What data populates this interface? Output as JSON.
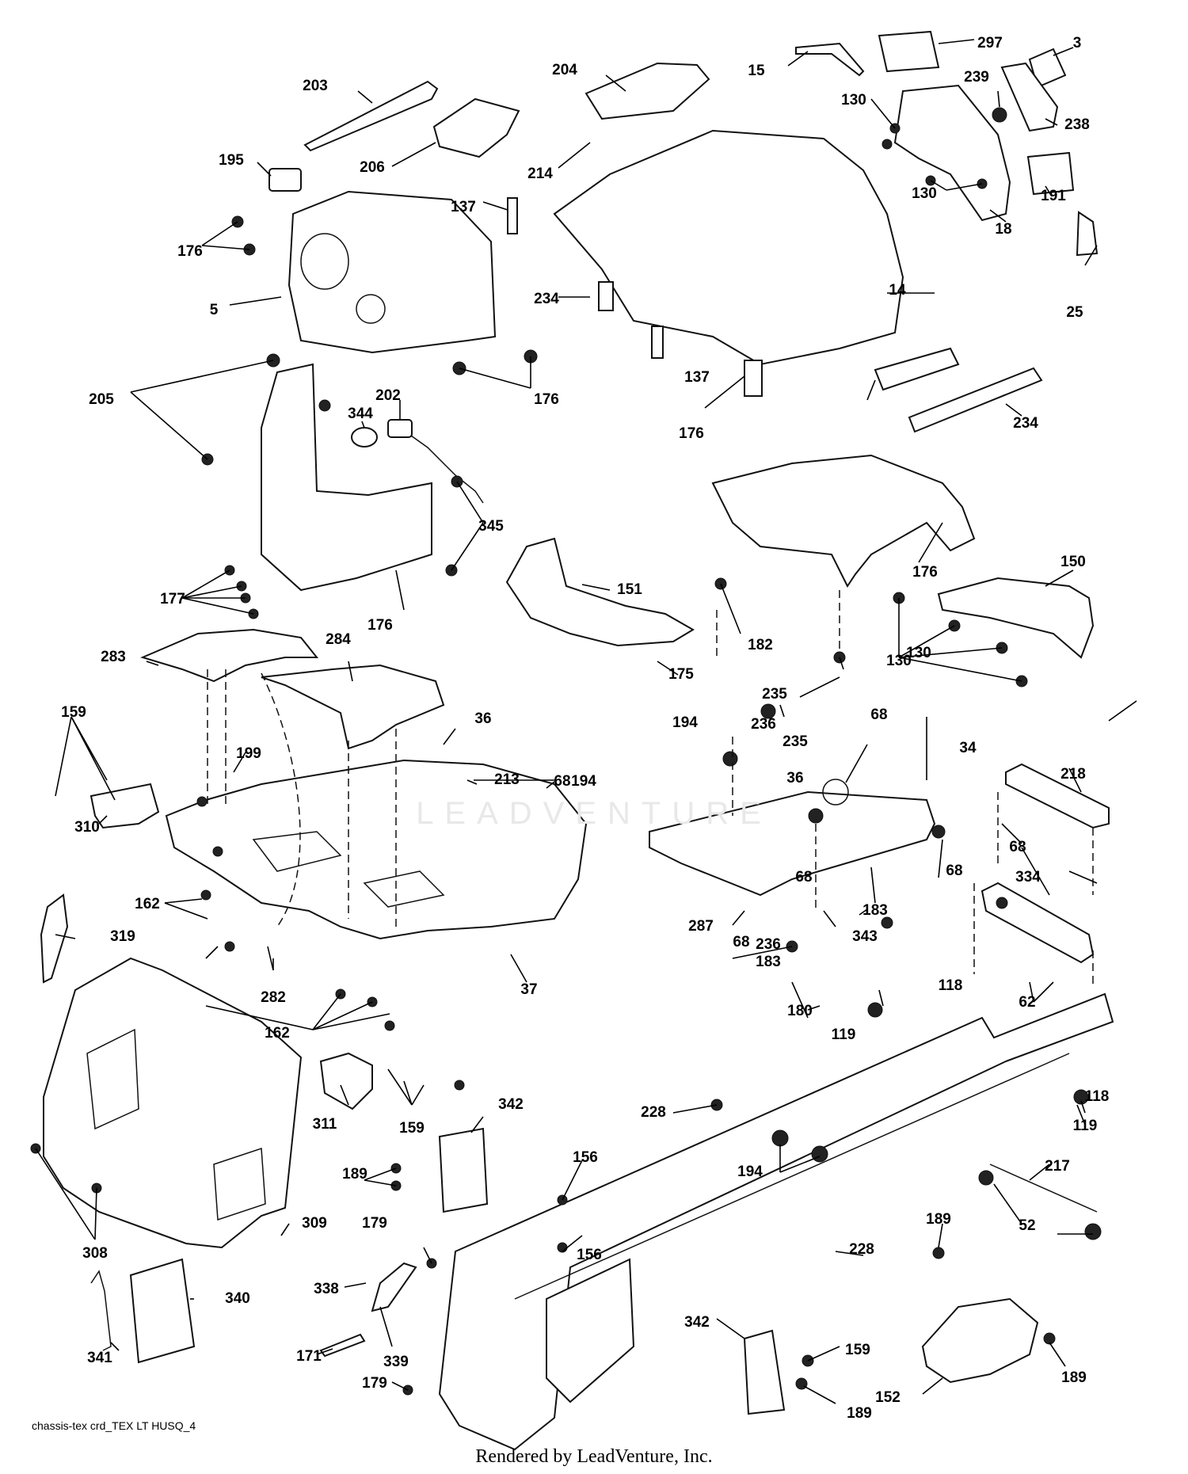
{
  "footer": {
    "drawing_code": "chassis-tex crd_TEX LT HUSQ_4",
    "rendered_by": "Rendered by LeadVenture, Inc."
  },
  "watermark": {
    "text": "LEADVENTURE"
  },
  "callouts": [
    "203",
    "204",
    "15",
    "297",
    "3",
    "195",
    "206",
    "214",
    "130",
    "239",
    "238",
    "137",
    "130",
    "191",
    "176",
    "18",
    "25",
    "5",
    "234",
    "14",
    "137",
    "176",
    "176",
    "234",
    "205",
    "202",
    "344",
    "345",
    "176",
    "150",
    "151",
    "177",
    "176",
    "182",
    "130",
    "130",
    "175",
    "283",
    "284",
    "235",
    "159",
    "36",
    "194",
    "236",
    "68",
    "213",
    "36",
    "68",
    "235",
    "34",
    "199",
    "194",
    "218",
    "310",
    "68",
    "68",
    "162",
    "68",
    "68",
    "319",
    "287",
    "183",
    "236",
    "343",
    "183",
    "334",
    "282",
    "37",
    "118",
    "62",
    "162",
    "180",
    "119",
    "311",
    "159",
    "342",
    "228",
    "118",
    "189",
    "194",
    "119",
    "156",
    "217",
    "309",
    "52",
    "308",
    "179",
    "156",
    "228",
    "189",
    "338",
    "340",
    "342",
    "171",
    "339",
    "159",
    "341",
    "179",
    "189",
    "152",
    "189"
  ],
  "colors": {
    "line": "#111111",
    "background": "#ffffff"
  }
}
